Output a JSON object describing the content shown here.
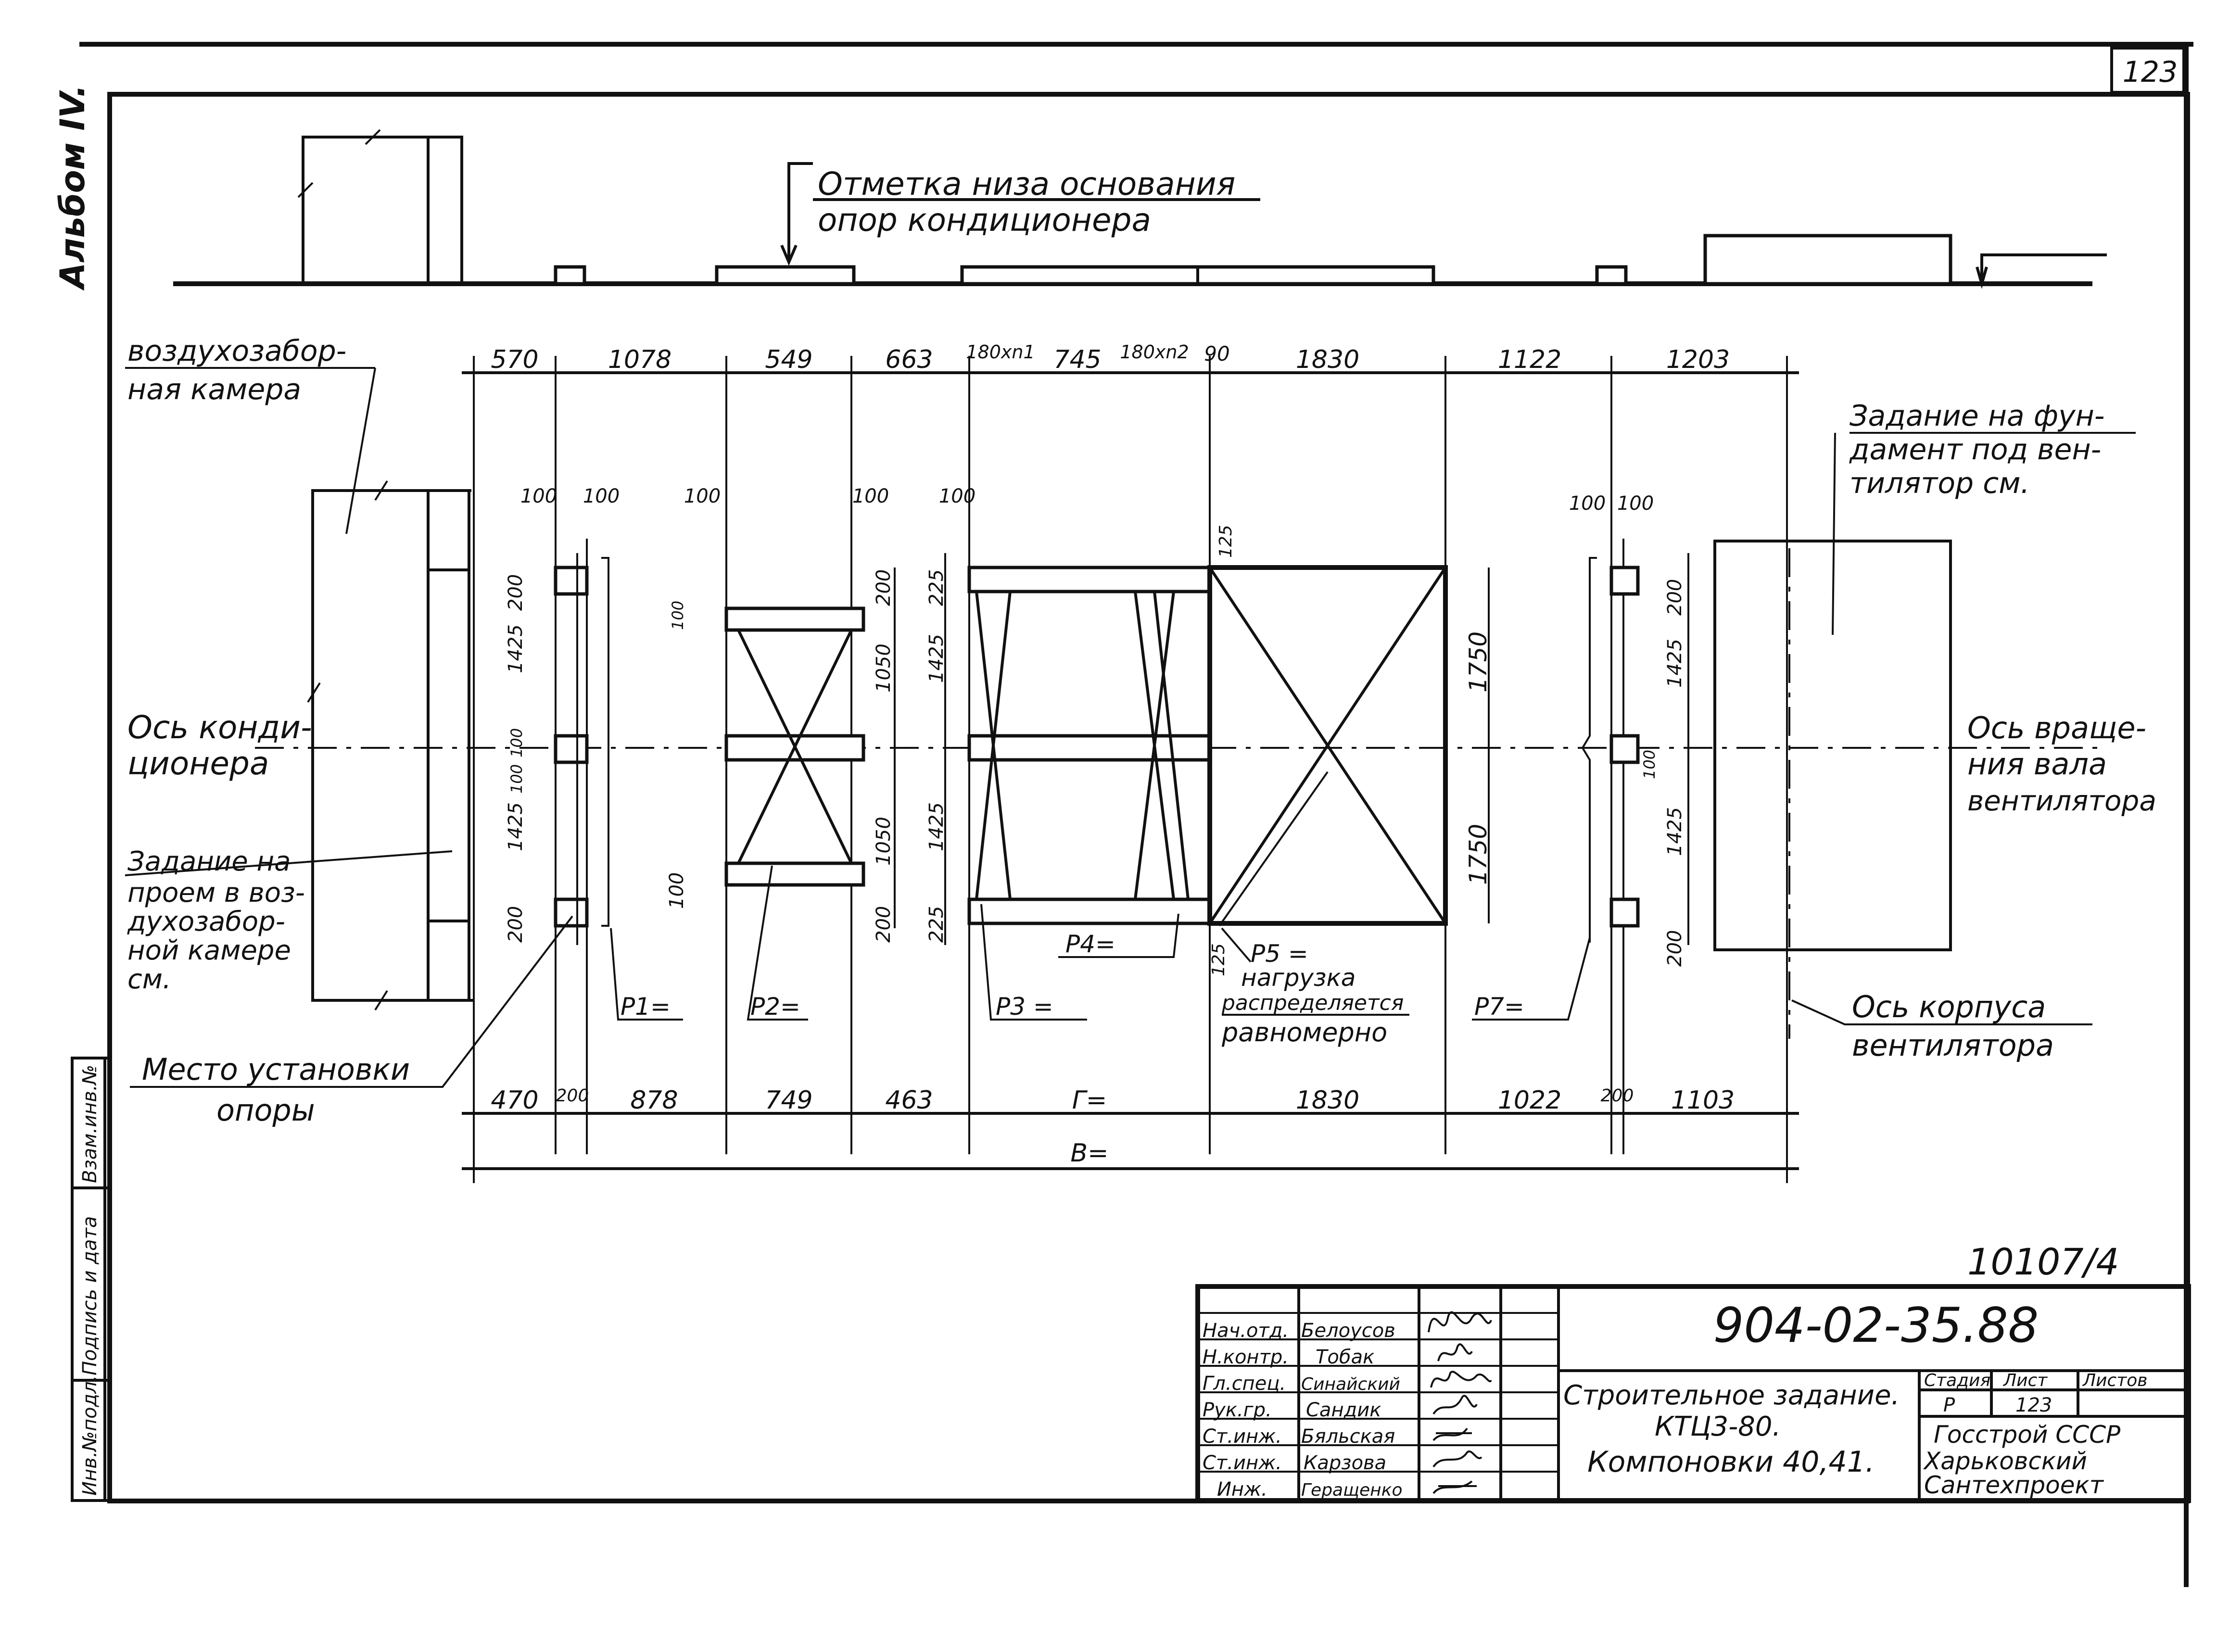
{
  "page_number": "123",
  "album_label": "Альбом IV.",
  "registry_number": "10107/4",
  "elevation_note": [
    "Отметка низа основания",
    "опор кондиционера"
  ],
  "labels": {
    "intake_chamber": [
      "воздухозабор-",
      "ная камера"
    ],
    "conditioner_axis": [
      "Ось конди-",
      "ционера"
    ],
    "opening_task": [
      "Задание на",
      "проем в воз-",
      "духозабор-",
      "ной камере",
      "см."
    ],
    "support_place": [
      "Место установки",
      "опоры"
    ],
    "fan_foundation": [
      "Задание на фун-",
      "дамент под вен-",
      "тилятор см."
    ],
    "shaft_axis": [
      "Ось враще-",
      "ния вала",
      "вентилятора"
    ],
    "fan_body_axis": [
      "Ось корпуса",
      "вентилятора"
    ],
    "p5_note": [
      "P5 =",
      "нагрузка",
      "распределяется",
      "равномерно"
    ]
  },
  "loads": [
    "P1=",
    "P2=",
    "P3 =",
    "P4=",
    "P7="
  ],
  "dims_top": [
    "570",
    "1078",
    "549",
    "663",
    "180xn1",
    "745",
    "180xn2",
    "90",
    "1830",
    "1122",
    "1203"
  ],
  "dims_bottom": [
    "470",
    "200",
    "878",
    "749",
    "463",
    "Г=",
    "1830",
    "1022",
    "200",
    "1103"
  ],
  "dim_total": "В=",
  "small_dims": {
    "d100": "100",
    "d200": "200",
    "d225": "225",
    "d125": "125",
    "d1425": "1425",
    "d1050": "1050",
    "d1750": "1750"
  },
  "title_block": {
    "doc_number": "904-02-35.88",
    "title": [
      "Строительное задание.",
      "КТЦ3-80.",
      "Компоновки 40,41."
    ],
    "stage_header": "Стадия",
    "sheet_header": "Лист",
    "sheets_header": "Листов",
    "stage": "Р",
    "sheet": "123",
    "organization": [
      "Госстрой СССР",
      "Харьковский",
      "Сантехпроект"
    ],
    "roles": [
      "Нач.отд.",
      "Н.контр.",
      "Гл.спец.",
      "Рук.гр.",
      "Ст.инж.",
      "Ст.инж.",
      "Инж."
    ],
    "names": [
      "Белоусов",
      "Тобак",
      "Синайский",
      "Сандик",
      "Бяльская",
      "Карзова",
      "Геращенко"
    ]
  },
  "side_stamp": [
    "Инв.№подл.",
    "Подпись и дата",
    "Взам.инв.№"
  ]
}
